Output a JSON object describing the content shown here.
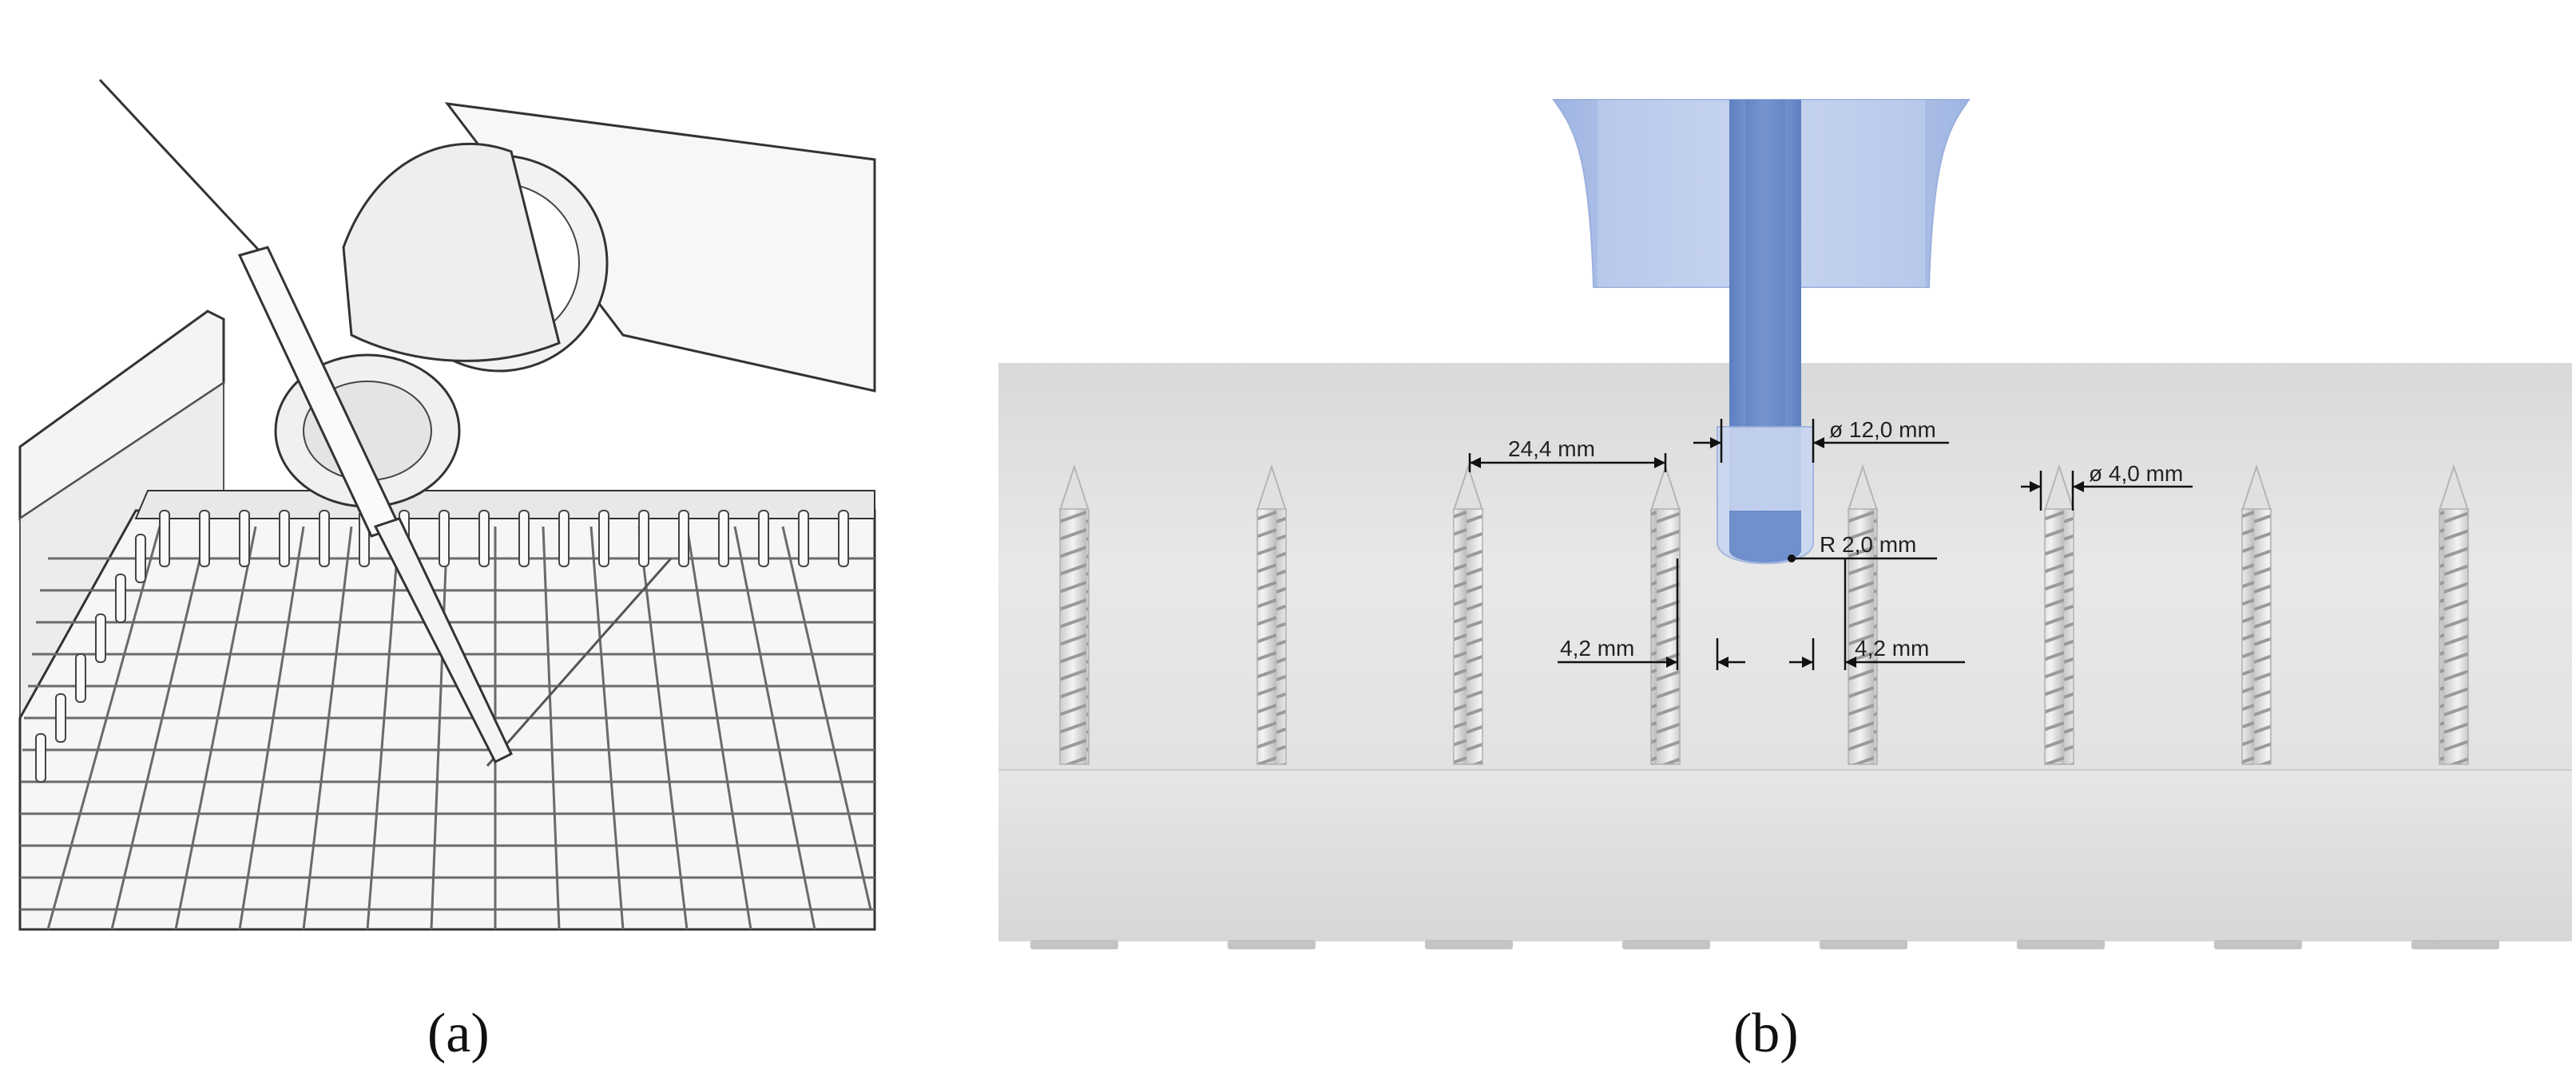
{
  "panels": [
    {
      "caption": "(a)"
    },
    {
      "caption": "(b)"
    }
  ],
  "dimensions": {
    "pin_spacing": "24,4 mm",
    "tool_diameter": "ø 12,0 mm",
    "pin_diameter": "ø 4,0 mm",
    "tip_radius": "R 2,0 mm",
    "clearance_left": "4,2 mm",
    "clearance_right": "4,2 mm"
  },
  "colors": {
    "tool_blue": "#7f9fd6",
    "tool_blue_dark": "#5d7fc0",
    "holder_blue": "#b9c9ea",
    "plate_grey": "#e4e4e4",
    "base_grey": "#dcdcdc"
  }
}
